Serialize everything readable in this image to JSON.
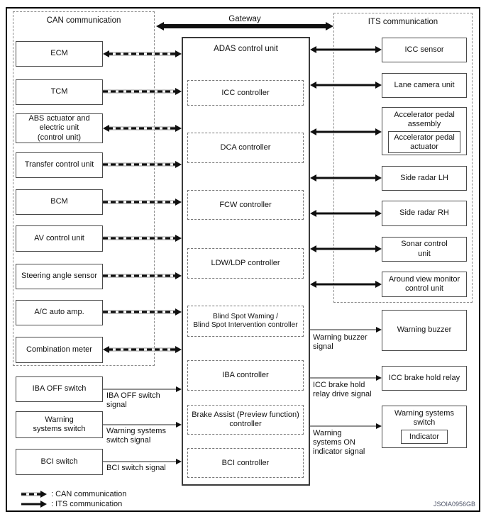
{
  "figure_id": "JSOIA0956GB",
  "gateway": {
    "label": "Gateway"
  },
  "legend": {
    "can": ": CAN communication",
    "its": ": ITS communication"
  },
  "can_section": {
    "header": "CAN communication",
    "nodes": [
      "ECM",
      "TCM",
      "ABS actuator and\nelectric unit\n(control unit)",
      "Transfer control unit",
      "BCM",
      "AV control unit",
      "Steering angle sensor",
      "A/C auto amp.",
      "Combination meter"
    ]
  },
  "adas": {
    "title": "ADAS control unit",
    "controllers": [
      "ICC controller",
      "DCA controller",
      "FCW controller",
      "LDW/LDP controller",
      "Blind Spot Waming /\nBlind Spot Intervention controller",
      "IBA controller",
      "Brake Assist (Preview function)\ncontroller",
      "BCI controller"
    ]
  },
  "its_section": {
    "header": "ITS communication",
    "nodes": [
      "ICC sensor",
      "Lane camera unit",
      "Accelerator pedal\nassembly",
      "Side radar LH",
      "Side radar RH",
      "Sonar control\nunit",
      "Around view monitor\ncontrol unit"
    ],
    "accelerator_sub_box": "Accelerator pedal\nactuator"
  },
  "switches": [
    {
      "label": "IBA OFF switch",
      "signal": "IBA OFF switch signal"
    },
    {
      "label": "Warning\nsystems switch",
      "signal": "Warning systems switch signal"
    },
    {
      "label": "BCI switch",
      "signal": "BCI switch signal"
    }
  ],
  "outputs": [
    {
      "signal": "Warning buzzer signal",
      "target": "Warning buzzer"
    },
    {
      "signal": "ICC brake hold relay drive signal",
      "target": "ICC brake hold relay"
    },
    {
      "signal": "Warning systems ON indicator signal",
      "target": "Warning systems\nswitch",
      "indicator": "Indicator"
    }
  ]
}
